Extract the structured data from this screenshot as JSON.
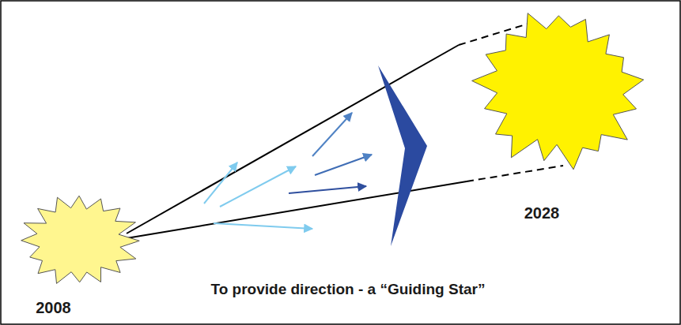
{
  "diagram": {
    "caption": "To provide direction - a “Guiding Star”",
    "labels": [
      "2008",
      "2028"
    ]
  }
}
